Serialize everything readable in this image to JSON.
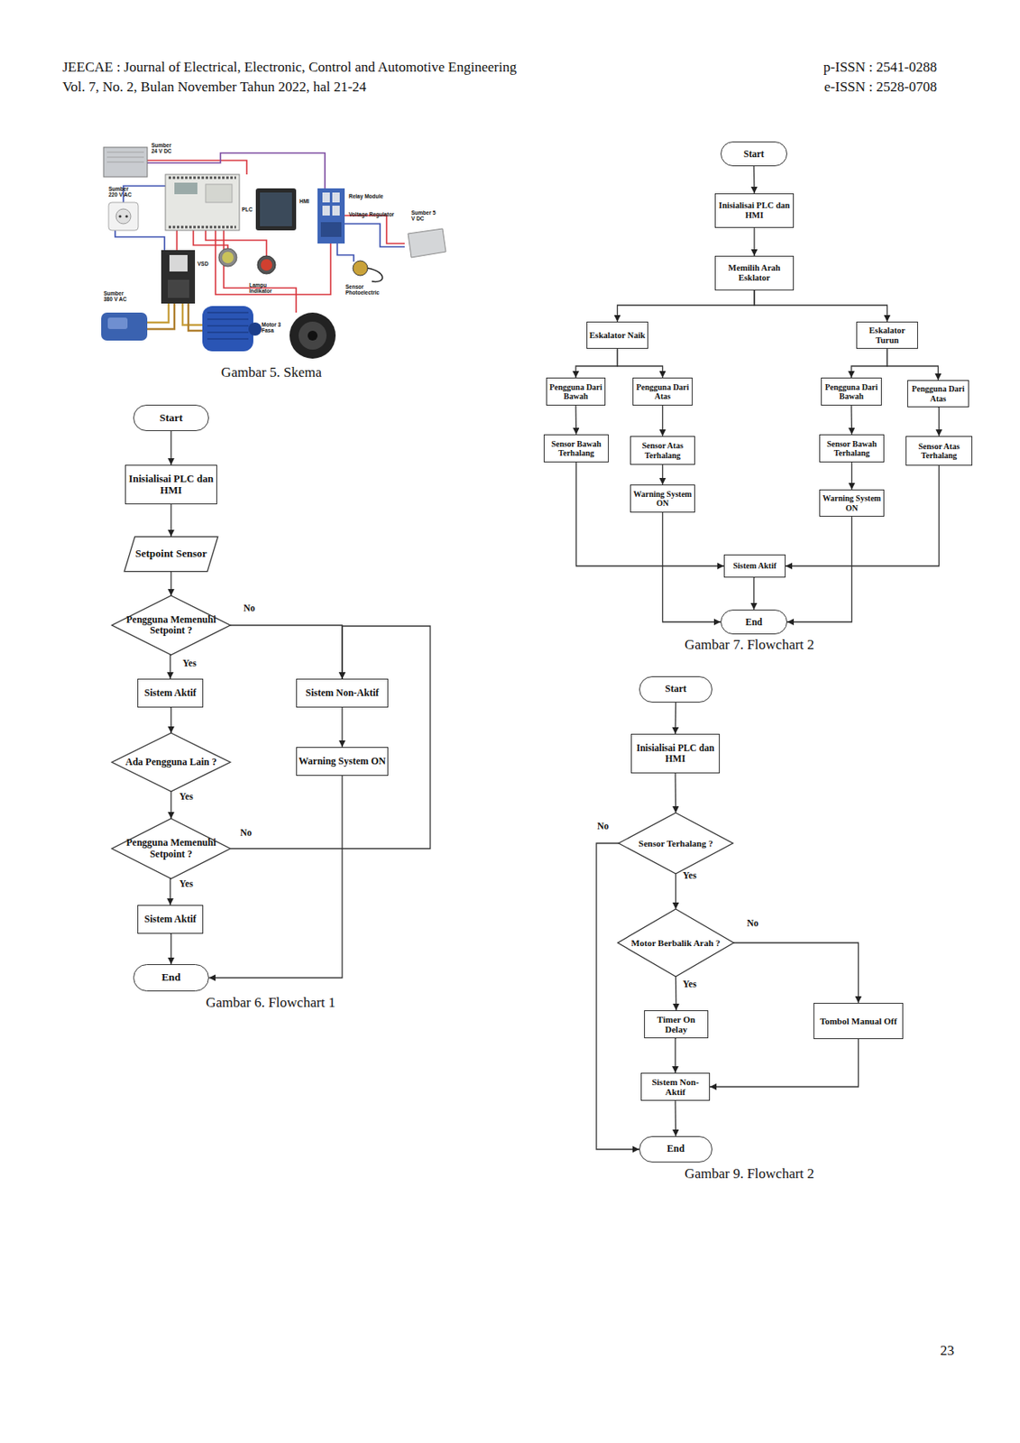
{
  "diagram": {
    "nodes": [
      {
        "text": [
          "Start"
        ]
      },
      {
        "text": [
          "Inisialisai PLC dan HMI"
        ]
      },
      {
        "text": [
          "Setpoint Sensor"
        ]
      },
      {
        "text": [
          "Pengguna Memenuhi Setpoint ?"
        ]
      },
      {
        "text": [
          "Sistem Aktif"
        ]
      },
      {
        "text": [
          "Sistem Non-Aktif"
        ]
      },
      {
        "text": [
          "Ada Pengguna Lain ?"
        ]
      },
      {
        "text": [
          "Warning System ON"
        ]
      },
      {
        "text": [
          "Pengguna Memenuhi Setpoint ?"
        ]
      },
      {
        "text": [
          "Sistem Aktif"
        ]
      },
      {
        "text": [
          "End"
        ]
      },
      {
        "text": [
          "Start"
        ]
      },
      {
        "text": [
          "Inisialisai PLC dan HMI"
        ]
      },
      {
        "text": [
          "Memilih Arah Esklator"
        ]
      },
      {
        "text": [
          "Eskalator Naik"
        ]
      },
      {
        "text": [
          "Eskalator Turun"
        ]
      },
      {
        "text": [
          "Pengguna Dari Bawah"
        ]
      },
      {
        "text": [
          "Pengguna Dari Atas"
        ]
      },
      {
        "text": [
          "Pengguna Dari Bawah"
        ]
      },
      {
        "text": [
          "Pengguna Dari Atas"
        ]
      },
      {
        "text": [
          "Sensor Bawah Terhalang"
        ]
      },
      {
        "text": [
          "Sensor Atas Terhalang"
        ]
      },
      {
        "text": [
          "Sensor Bawah Terhalang"
        ]
      },
      {
        "text": [
          "Sensor Atas Terhalang"
        ]
      },
      {
        "text": [
          "Warning System ON"
        ]
      },
      {
        "text": [
          "Warning System ON"
        ]
      },
      {
        "text": [
          "Sistem Aktif"
        ]
      },
      {
        "text": [
          "End"
        ]
      },
      {
        "text": [
          "Start"
        ]
      },
      {
        "text": [
          "Inisialisai PLC dan HMI"
        ]
      },
      {
        "text": [
          "Sensor Terhalang ?"
        ]
      },
      {
        "text": [
          "Motor Berbalik Arah ?"
        ]
      },
      {
        "text": [
          "Timer On Delay"
        ]
      },
      {
        "text": [
          "Tombol Manual Off"
        ]
      },
      {
        "text": [
          "Sistem Non-Aktif"
        ]
      },
      {
        "text": [
          "End"
        ]
      }
    ],
    "edges": [
      {
        "from": 0,
        "to": 1,
        "arrow": "to"
      },
      {
        "from": 1,
        "to": 2,
        "arrow": "to"
      },
      {
        "from": 2,
        "to": 3,
        "arrow": "to"
      },
      {
        "from": 3,
        "to": 4,
        "arrow": "to",
        "label": "Yes"
      },
      {
        "from": 3,
        "to": 5,
        "arrow": "to",
        "label": "No"
      },
      {
        "from": 4,
        "to": 6,
        "arrow": "to"
      },
      {
        "from": 6,
        "to": 8,
        "arrow": "to",
        "label": "Yes"
      },
      {
        "from": 8,
        "to": 5,
        "arrow": "to",
        "label": "No"
      },
      {
        "from": 8,
        "to": 9,
        "arrow": "to",
        "label": "Yes"
      },
      {
        "from": 9,
        "to": 10,
        "arrow": "to"
      },
      {
        "from": 5,
        "to": 7,
        "arrow": "to"
      },
      {
        "from": 7,
        "to": 10,
        "arrow": "to"
      },
      {
        "from": 11,
        "to": 12,
        "arrow": "to"
      },
      {
        "from": 12,
        "to": 13,
        "arrow": "to"
      },
      {
        "from": 13,
        "to": 14,
        "arrow": "to"
      },
      {
        "from": 13,
        "to": 15,
        "arrow": "to"
      },
      {
        "from": 14,
        "to": 16,
        "arrow": "to"
      },
      {
        "from": 14,
        "to": 17,
        "arrow": "to"
      },
      {
        "from": 15,
        "to": 18,
        "arrow": "to"
      },
      {
        "from": 15,
        "to": 19,
        "arrow": "to"
      },
      {
        "from": 16,
        "to": 20,
        "arrow": "to"
      },
      {
        "from": 17,
        "to": 21,
        "arrow": "to"
      },
      {
        "from": 18,
        "to": 22,
        "arrow": "to"
      },
      {
        "from": 19,
        "to": 23,
        "arrow": "to"
      },
      {
        "from": 21,
        "to": 24,
        "arrow": "to"
      },
      {
        "from": 22,
        "to": 25,
        "arrow": "to"
      },
      {
        "from": 20,
        "to": 26,
        "arrow": "to"
      },
      {
        "from": 23,
        "to": 26,
        "arrow": "to"
      },
      {
        "from": 24,
        "to": 27,
        "arrow": "to"
      },
      {
        "from": 25,
        "to": 27,
        "arrow": "to"
      },
      {
        "from": 26,
        "to": 27,
        "arrow": "to"
      },
      {
        "from": 28,
        "to": 29,
        "arrow": "to"
      },
      {
        "from": 29,
        "to": 30,
        "arrow": "to"
      },
      {
        "from": 30,
        "to": 31,
        "arrow": "to",
        "label": "Yes"
      },
      {
        "from": 30,
        "to": 35,
        "arrow": "to",
        "label": "No"
      },
      {
        "from": 31,
        "to": 32,
        "arrow": "to",
        "label": "Yes"
      },
      {
        "from": 31,
        "to": 33,
        "arrow": "to",
        "label": "No"
      },
      {
        "from": 32,
        "to": 34,
        "arrow": "to"
      },
      {
        "from": 33,
        "to": 34,
        "arrow": "to"
      },
      {
        "from": 34,
        "to": 35,
        "arrow": "to"
      }
    ],
    "labels": [
      "JEECAE : Journal of Electrical, Electronic, Control and Automotive Engineering",
      "Vol. 7, No. 2, Bulan November Tahun 2022, hal 21-24",
      "p-ISSN : 2541-0288",
      "e-ISSN : 2528-0708",
      "Sumber 24 V DC",
      "Sumber 220 V AC",
      "PLC",
      "HMI",
      "Relay Module",
      "Voltage Regulator",
      "Sumber 5 V DC",
      "VSD",
      "Lampu Indikator",
      "Sensor Photoelectric",
      "Sumber 380 V AC",
      "Motor 3 Fasa",
      "Gambar 5. Skema",
      "Gambar 6. Flowchart 1",
      "Gambar 7. Flowchart 2",
      "Gambar 9. Flowchart 2",
      "23"
    ]
  }
}
